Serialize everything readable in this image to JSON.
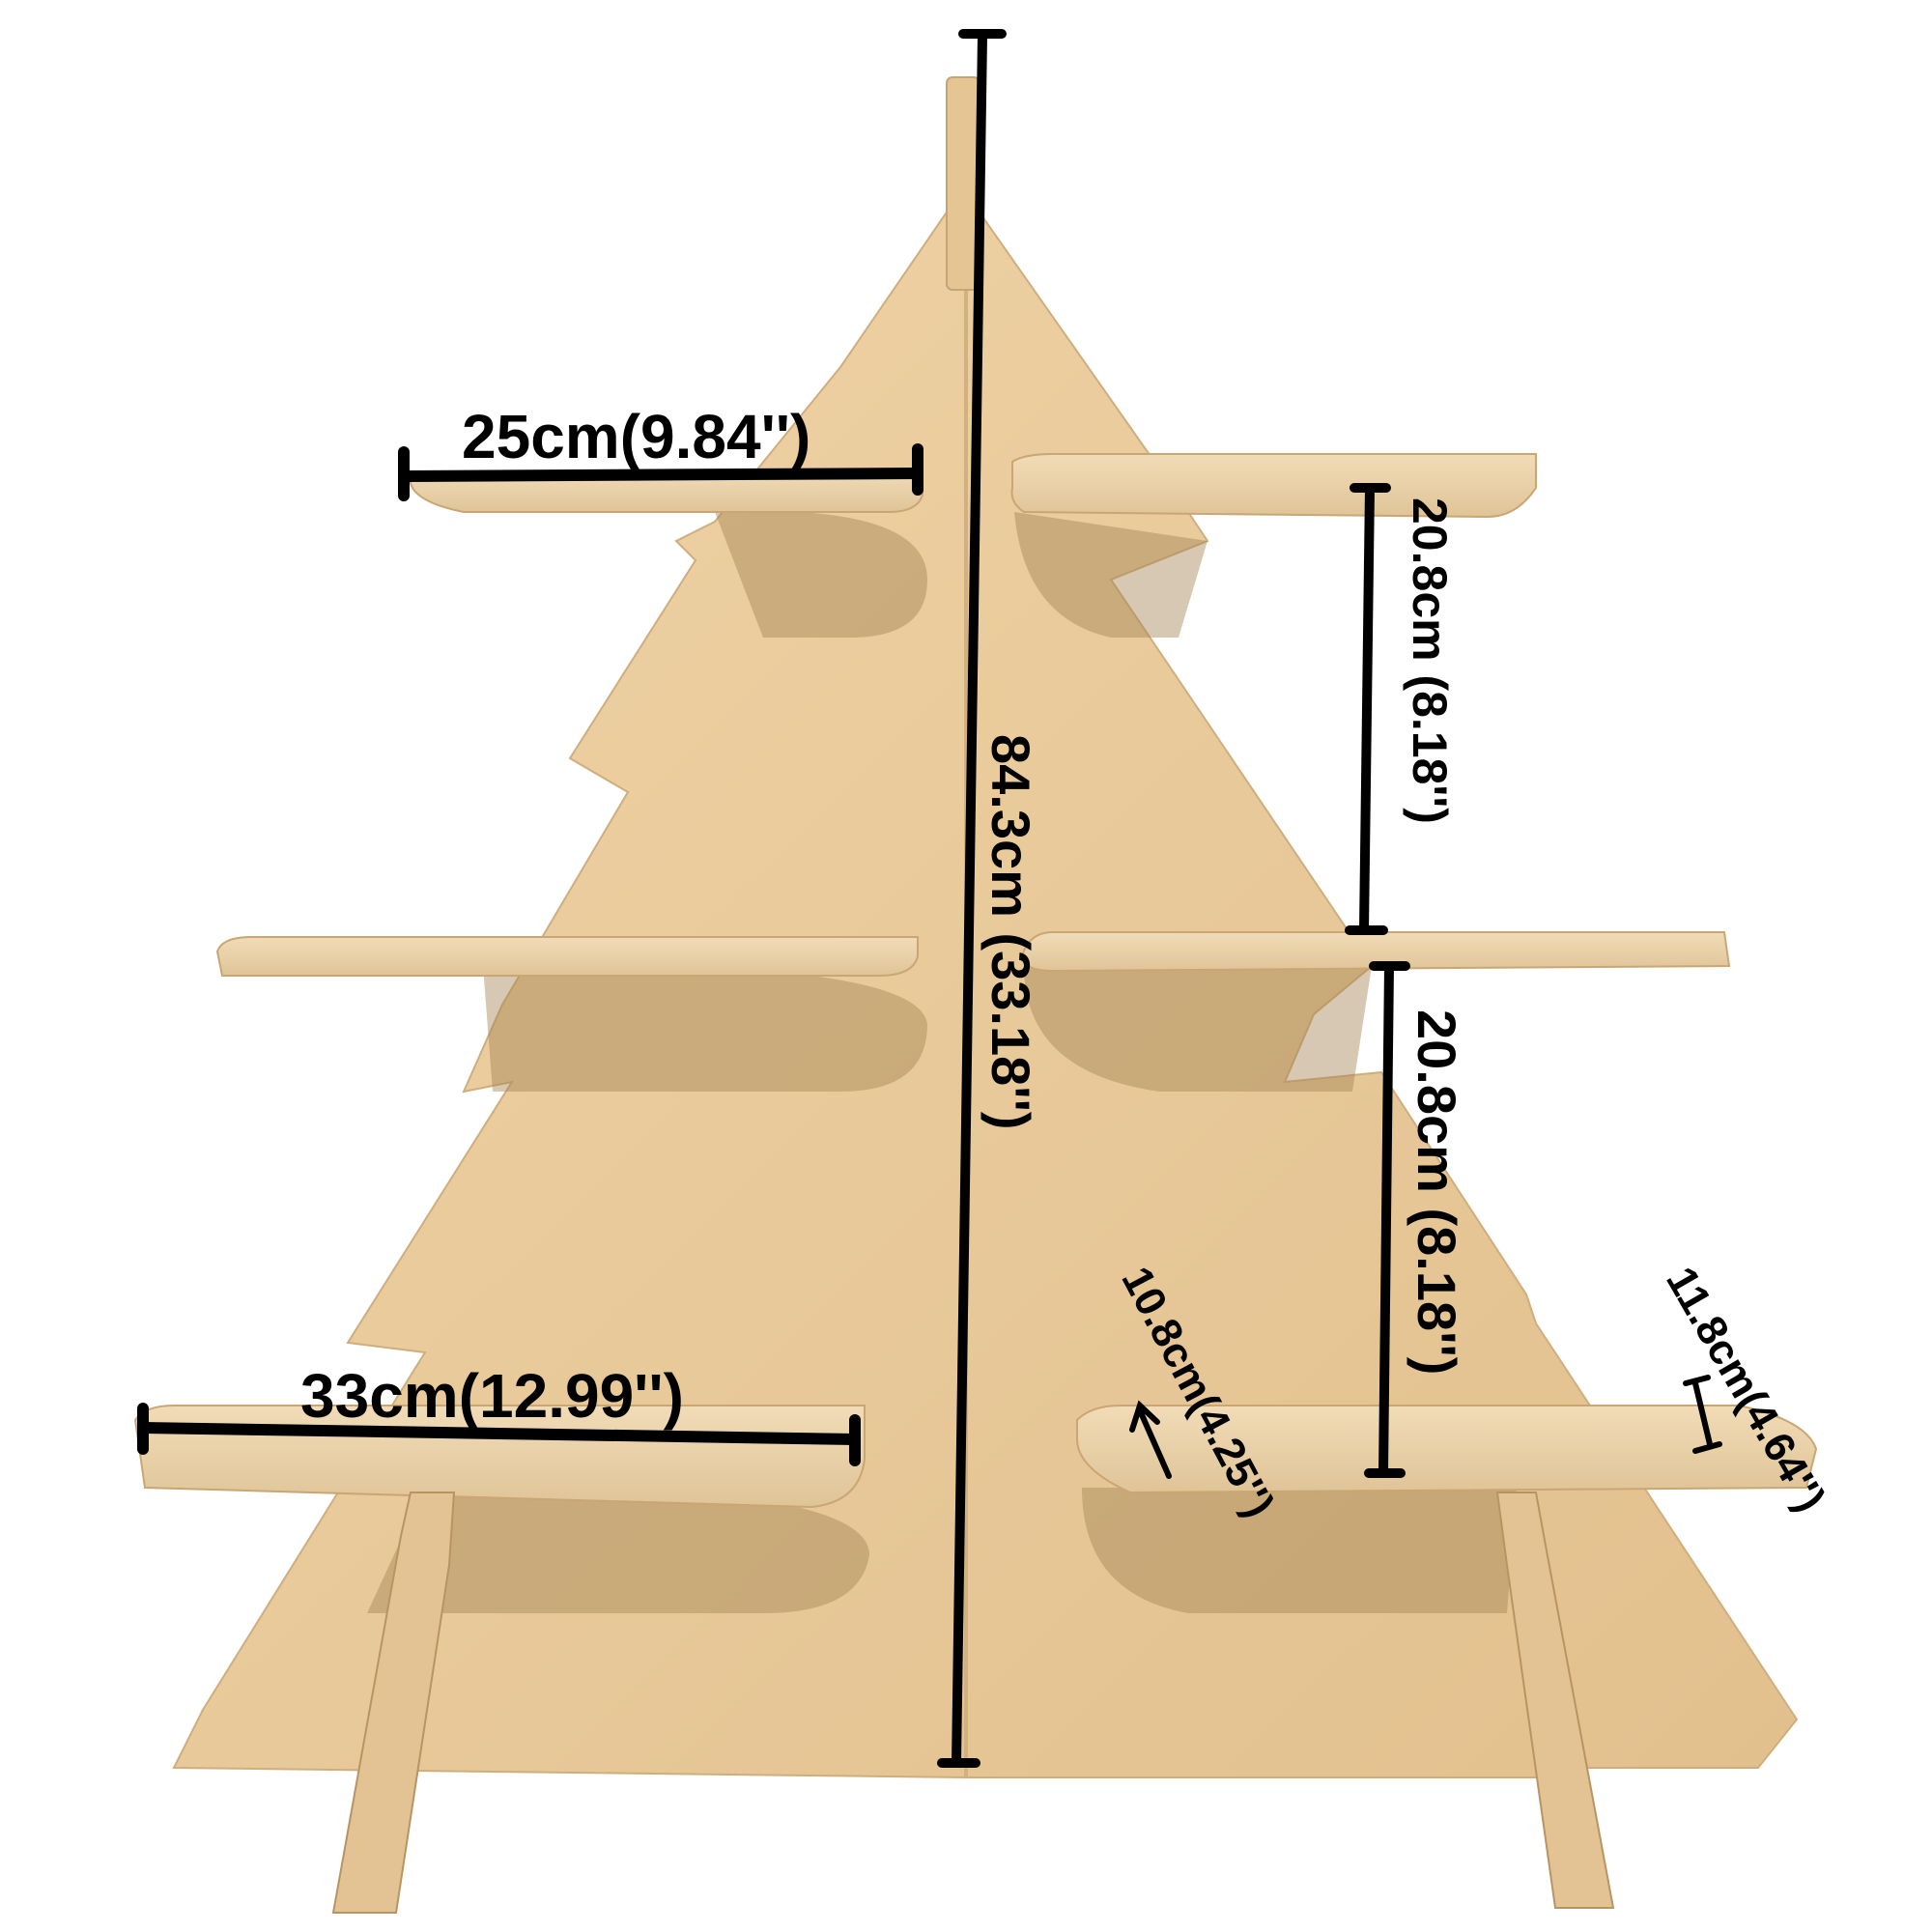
{
  "diagram": {
    "subject": "Plywood Christmas tree shelf with dimensions",
    "colors": {
      "background": "#ffffff",
      "plywood": "#e8c99a",
      "plywood_light": "#efd6ad",
      "plywood_shadow": "#c9a673",
      "shelf_edge": "#d9bd93",
      "dimension_line": "#000000"
    },
    "dimensions": {
      "top_shelf_width": "25cm(9.84'')",
      "bottom_shelf_width": "33cm(12.99'')",
      "total_height": "84.3cm (33.18'')",
      "shelf_spacing_upper": "20.8cm (8.18'')",
      "shelf_spacing_lower": "20.8cm (8.18'')",
      "shelf_depth_inner": "10.8cm(4.25'')",
      "shelf_depth_outer": "11.8cm(4.64'')"
    }
  }
}
